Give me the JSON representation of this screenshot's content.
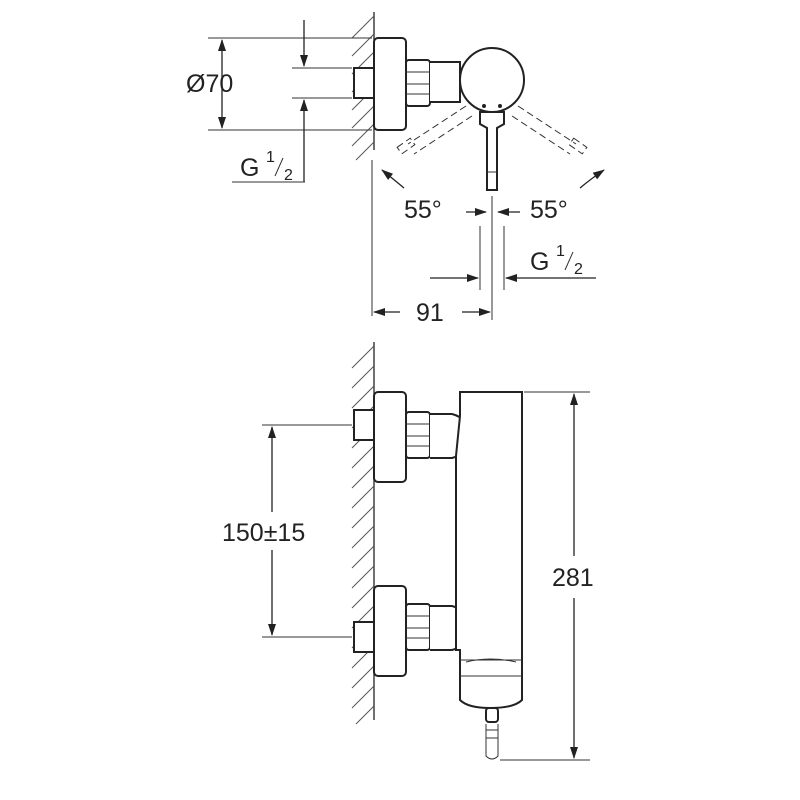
{
  "labels": {
    "diameter": "Ø70",
    "thread_top_prefix": "G",
    "thread_top_num": "1",
    "thread_top_den": "2",
    "angle_left": "55°",
    "angle_right": "55°",
    "thread_outlet_prefix": "G",
    "thread_outlet_num": "1",
    "thread_outlet_den": "2",
    "depth": "91",
    "spacing": "150±15",
    "height": "281"
  },
  "colors": {
    "line": "#222222",
    "background": "#ffffff"
  }
}
